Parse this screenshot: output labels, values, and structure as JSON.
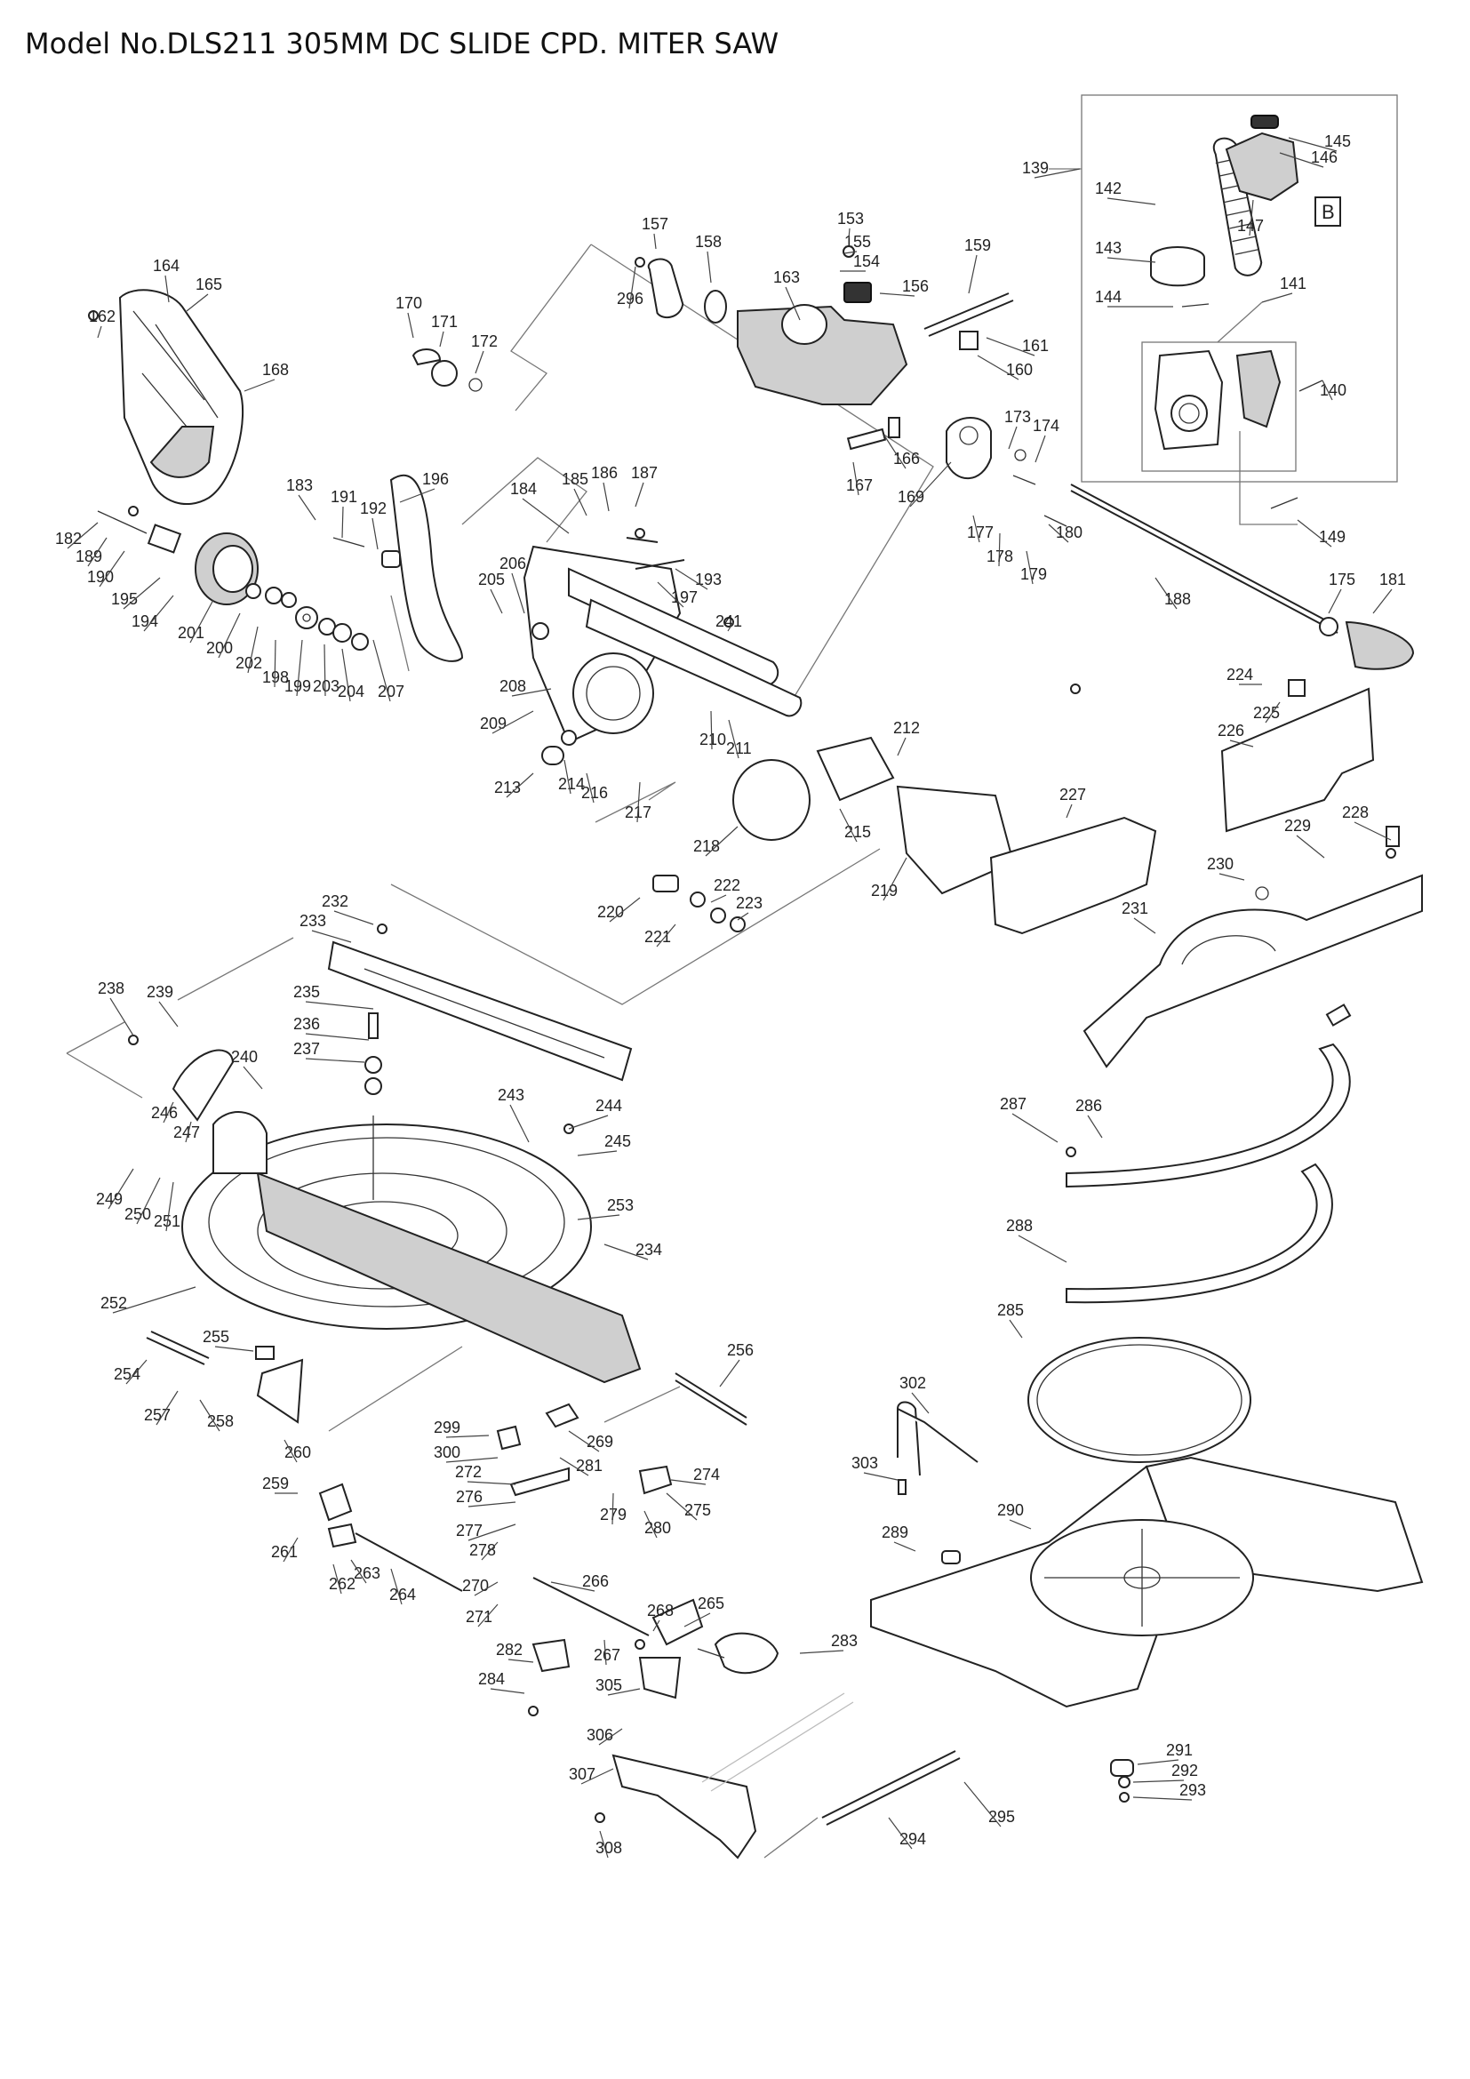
{
  "title": "Model No.DLS211 305MM DC SLIDE CPD. MITER SAW",
  "callout_box": "B",
  "parts": [
    {
      "id": "139"
    },
    {
      "id": "140"
    },
    {
      "id": "141"
    },
    {
      "id": "142"
    },
    {
      "id": "143"
    },
    {
      "id": "144"
    },
    {
      "id": "145"
    },
    {
      "id": "146"
    },
    {
      "id": "147"
    },
    {
      "id": "149"
    },
    {
      "id": "153"
    },
    {
      "id": "154"
    },
    {
      "id": "155"
    },
    {
      "id": "156"
    },
    {
      "id": "157"
    },
    {
      "id": "158"
    },
    {
      "id": "159"
    },
    {
      "id": "160"
    },
    {
      "id": "161"
    },
    {
      "id": "162"
    },
    {
      "id": "163"
    },
    {
      "id": "164"
    },
    {
      "id": "165"
    },
    {
      "id": "166"
    },
    {
      "id": "167"
    },
    {
      "id": "168"
    },
    {
      "id": "169"
    },
    {
      "id": "170"
    },
    {
      "id": "171"
    },
    {
      "id": "172"
    },
    {
      "id": "173"
    },
    {
      "id": "174"
    },
    {
      "id": "175"
    },
    {
      "id": "177"
    },
    {
      "id": "178"
    },
    {
      "id": "179"
    },
    {
      "id": "180"
    },
    {
      "id": "181"
    },
    {
      "id": "182"
    },
    {
      "id": "183"
    },
    {
      "id": "184"
    },
    {
      "id": "185"
    },
    {
      "id": "186"
    },
    {
      "id": "187"
    },
    {
      "id": "188"
    },
    {
      "id": "189"
    },
    {
      "id": "190"
    },
    {
      "id": "191"
    },
    {
      "id": "192"
    },
    {
      "id": "193"
    },
    {
      "id": "194"
    },
    {
      "id": "195"
    },
    {
      "id": "196"
    },
    {
      "id": "197"
    },
    {
      "id": "198"
    },
    {
      "id": "199"
    },
    {
      "id": "200"
    },
    {
      "id": "201"
    },
    {
      "id": "202"
    },
    {
      "id": "203"
    },
    {
      "id": "204"
    },
    {
      "id": "205"
    },
    {
      "id": "206"
    },
    {
      "id": "207"
    },
    {
      "id": "208"
    },
    {
      "id": "209"
    },
    {
      "id": "210"
    },
    {
      "id": "211"
    },
    {
      "id": "212"
    },
    {
      "id": "213"
    },
    {
      "id": "214"
    },
    {
      "id": "215"
    },
    {
      "id": "216"
    },
    {
      "id": "217"
    },
    {
      "id": "218"
    },
    {
      "id": "219"
    },
    {
      "id": "220"
    },
    {
      "id": "221"
    },
    {
      "id": "222"
    },
    {
      "id": "223"
    },
    {
      "id": "224"
    },
    {
      "id": "225"
    },
    {
      "id": "226"
    },
    {
      "id": "227"
    },
    {
      "id": "228"
    },
    {
      "id": "229"
    },
    {
      "id": "230"
    },
    {
      "id": "231"
    },
    {
      "id": "232"
    },
    {
      "id": "233"
    },
    {
      "id": "234"
    },
    {
      "id": "235"
    },
    {
      "id": "236"
    },
    {
      "id": "237"
    },
    {
      "id": "238"
    },
    {
      "id": "239"
    },
    {
      "id": "240"
    },
    {
      "id": "241"
    },
    {
      "id": "243"
    },
    {
      "id": "244"
    },
    {
      "id": "245"
    },
    {
      "id": "246"
    },
    {
      "id": "247"
    },
    {
      "id": "249"
    },
    {
      "id": "250"
    },
    {
      "id": "251"
    },
    {
      "id": "252"
    },
    {
      "id": "253"
    },
    {
      "id": "254"
    },
    {
      "id": "255"
    },
    {
      "id": "256"
    },
    {
      "id": "257"
    },
    {
      "id": "258"
    },
    {
      "id": "259"
    },
    {
      "id": "260"
    },
    {
      "id": "261"
    },
    {
      "id": "262"
    },
    {
      "id": "263"
    },
    {
      "id": "264"
    },
    {
      "id": "265"
    },
    {
      "id": "266"
    },
    {
      "id": "267"
    },
    {
      "id": "268"
    },
    {
      "id": "269"
    },
    {
      "id": "270"
    },
    {
      "id": "271"
    },
    {
      "id": "272"
    },
    {
      "id": "274"
    },
    {
      "id": "275"
    },
    {
      "id": "276"
    },
    {
      "id": "277"
    },
    {
      "id": "278"
    },
    {
      "id": "279"
    },
    {
      "id": "280"
    },
    {
      "id": "281"
    },
    {
      "id": "282"
    },
    {
      "id": "283"
    },
    {
      "id": "284"
    },
    {
      "id": "285"
    },
    {
      "id": "286"
    },
    {
      "id": "287"
    },
    {
      "id": "288"
    },
    {
      "id": "289"
    },
    {
      "id": "290"
    },
    {
      "id": "291"
    },
    {
      "id": "292"
    },
    {
      "id": "293"
    },
    {
      "id": "294"
    },
    {
      "id": "295"
    },
    {
      "id": "296"
    },
    {
      "id": "299"
    },
    {
      "id": "300"
    },
    {
      "id": "302"
    },
    {
      "id": "303"
    },
    {
      "id": "305"
    },
    {
      "id": "306"
    },
    {
      "id": "307"
    },
    {
      "id": "308"
    }
  ]
}
